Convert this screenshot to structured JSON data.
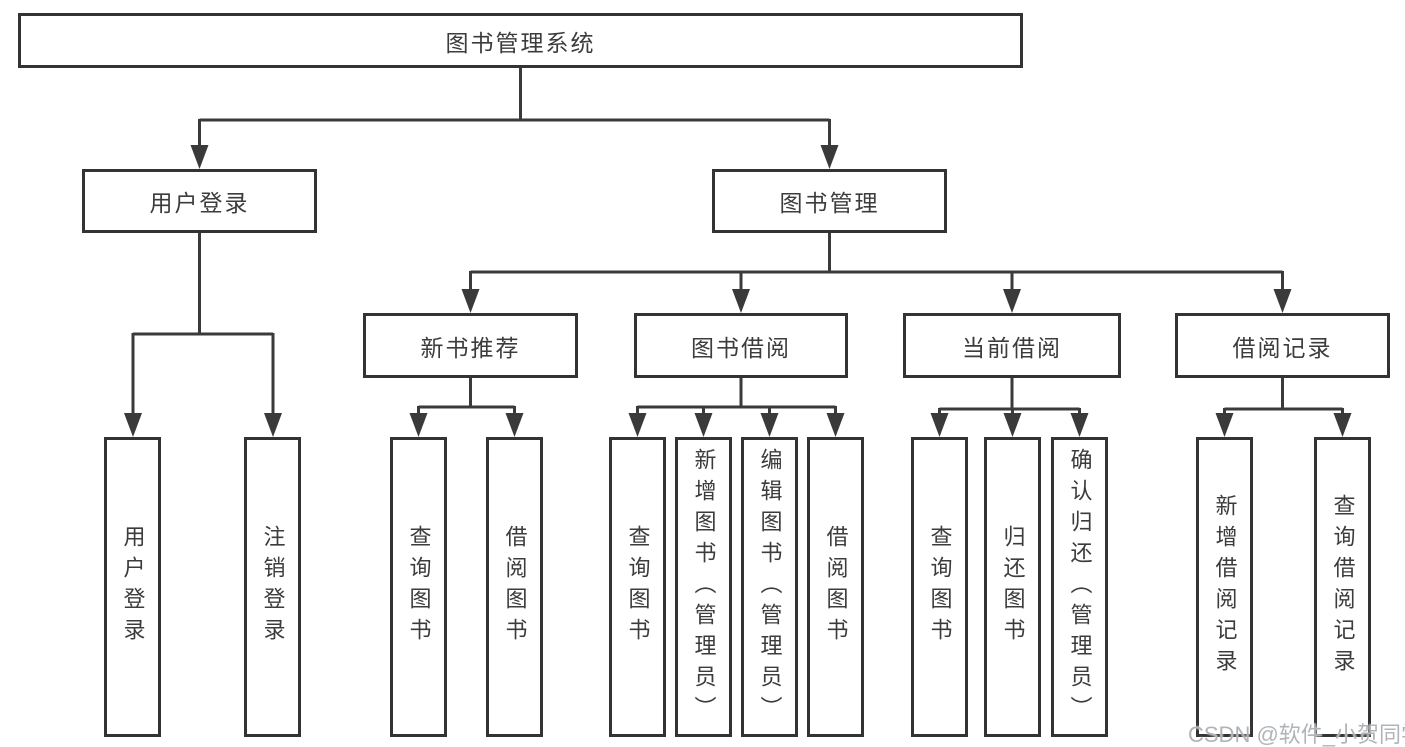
{
  "diagram": {
    "root": {
      "label": "图书管理系统"
    },
    "level2": [
      {
        "label": "用户登录"
      },
      {
        "label": "图书管理"
      }
    ],
    "level3": [
      {
        "label": "新书推荐"
      },
      {
        "label": "图书借阅"
      },
      {
        "label": "当前借阅"
      },
      {
        "label": "借阅记录"
      }
    ],
    "leaves": {
      "user_login": [
        {
          "label": "用户登录"
        },
        {
          "label": "注销登录"
        }
      ],
      "new_book_recommend": [
        {
          "label": "查询图书"
        },
        {
          "label": "借阅图书"
        }
      ],
      "book_borrowing": [
        {
          "label": "查询图书"
        },
        {
          "label": "新增图书（管理员）"
        },
        {
          "label": "编辑图书（管理员）"
        },
        {
          "label": "借阅图书"
        }
      ],
      "current_borrowing": [
        {
          "label": "查询图书"
        },
        {
          "label": "归还图书"
        },
        {
          "label": "确认归还（管理员）"
        }
      ],
      "borrowing_records": [
        {
          "label": "新增借阅记录"
        },
        {
          "label": "查询借阅记录"
        }
      ]
    }
  },
  "watermark": {
    "text": "CSDN @软件_小贺同学"
  },
  "colors": {
    "line": "#3a3a3a",
    "box_border": "#333333",
    "text": "#3c3c3c",
    "watermark": "#b0b4b8",
    "background": "#ffffff"
  }
}
